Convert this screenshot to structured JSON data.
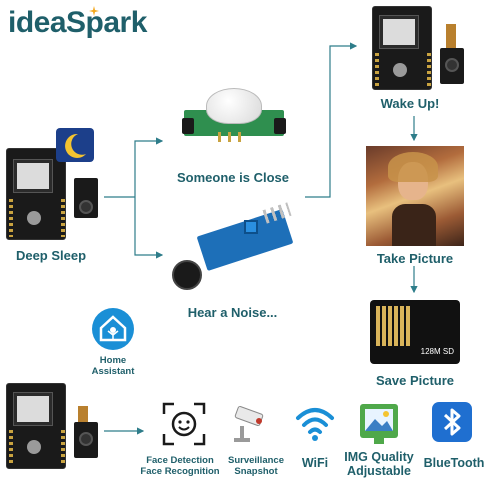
{
  "brand": {
    "name_part1": "idea",
    "name_part2": "Spark"
  },
  "labels": {
    "deep_sleep": "Deep Sleep",
    "someone_close": "Someone is Close",
    "hear_noise": "Hear a Noise...",
    "wake_up": "Wake Up!",
    "take_picture": "Take Picture",
    "save_picture": "Save Picture",
    "home_assistant_line1": "Home",
    "home_assistant_line2": "Assistant"
  },
  "sd_card": {
    "text": "128M SD"
  },
  "features": [
    {
      "icon": "face-scan-icon",
      "line1": "Face Detection",
      "line2": "Face Recognition"
    },
    {
      "icon": "surveillance-camera-icon",
      "line1": "Surveillance",
      "line2": "Snapshot"
    },
    {
      "icon": "wifi-icon",
      "line1": "WiFi",
      "line2": ""
    },
    {
      "icon": "image-quality-icon",
      "line1": "IMG Quality",
      "line2": "Adjustable"
    },
    {
      "icon": "bluetooth-icon",
      "line1": "BlueTooth",
      "line2": ""
    }
  ],
  "colors": {
    "text": "#1f5f6a",
    "arrow": "#2e7d8a",
    "pir_board": "#2f8f4f",
    "sound_board": "#1d6fb8",
    "home_icon": "#1a8fd6",
    "bluetooth_tile": "#1f6fd0"
  }
}
